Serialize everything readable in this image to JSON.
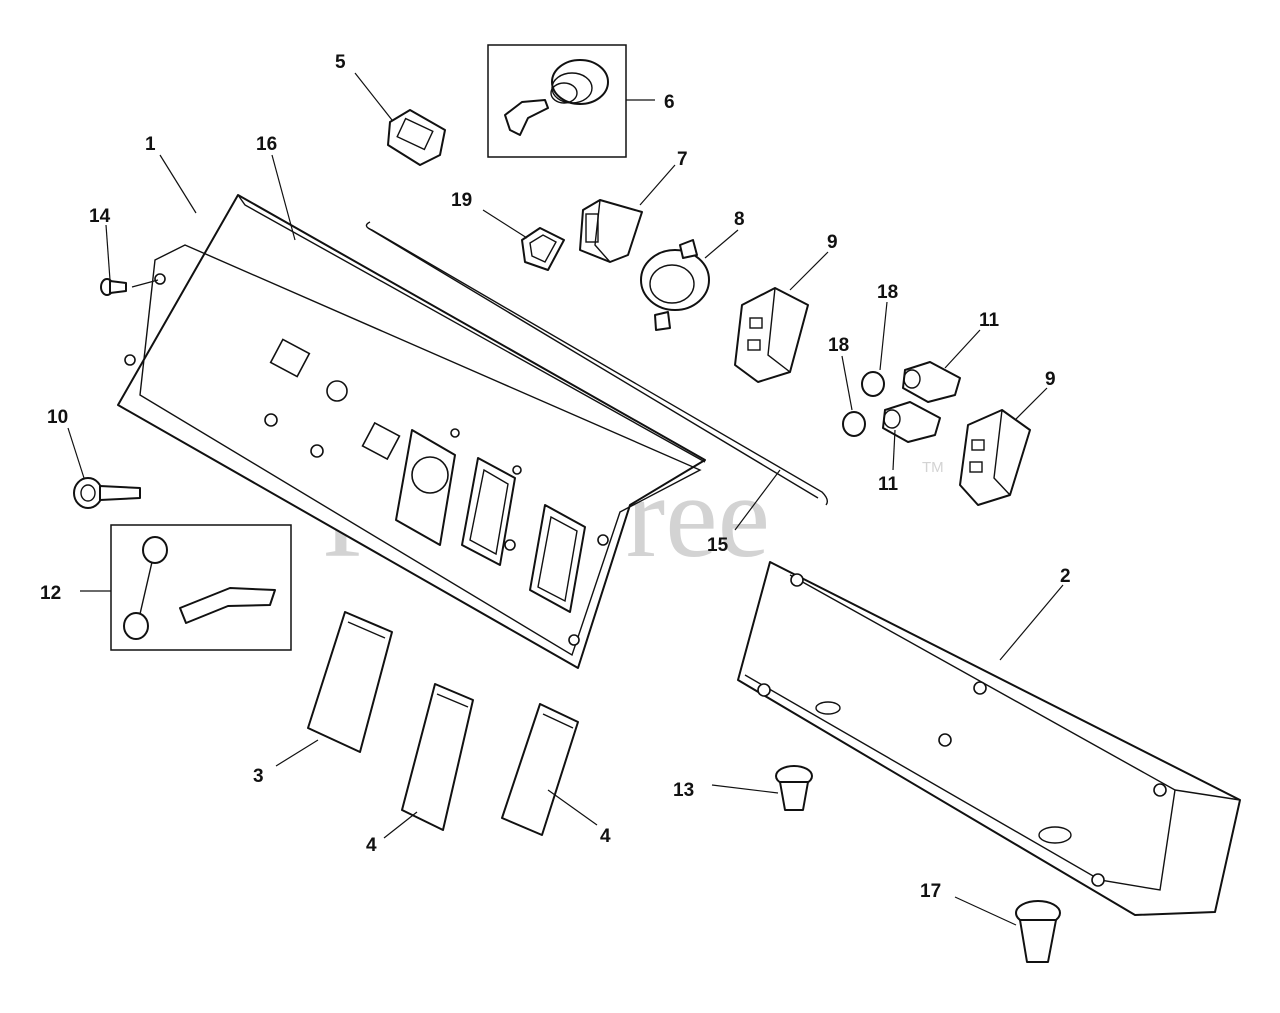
{
  "watermark": {
    "text": "PartsTree",
    "trademark": "TM"
  },
  "callouts": [
    {
      "id": "c1",
      "label": "1"
    },
    {
      "id": "c2",
      "label": "2"
    },
    {
      "id": "c3",
      "label": "3"
    },
    {
      "id": "c4a",
      "label": "4"
    },
    {
      "id": "c4b",
      "label": "4"
    },
    {
      "id": "c5",
      "label": "5"
    },
    {
      "id": "c6",
      "label": "6"
    },
    {
      "id": "c7",
      "label": "7"
    },
    {
      "id": "c8",
      "label": "8"
    },
    {
      "id": "c9a",
      "label": "9"
    },
    {
      "id": "c9b",
      "label": "9"
    },
    {
      "id": "c10",
      "label": "10"
    },
    {
      "id": "c11a",
      "label": "11"
    },
    {
      "id": "c11b",
      "label": "11"
    },
    {
      "id": "c12",
      "label": "12"
    },
    {
      "id": "c13",
      "label": "13"
    },
    {
      "id": "c14",
      "label": "14"
    },
    {
      "id": "c15",
      "label": "15"
    },
    {
      "id": "c16",
      "label": "16"
    },
    {
      "id": "c17",
      "label": "17"
    },
    {
      "id": "c18a",
      "label": "18"
    },
    {
      "id": "c18b",
      "label": "18"
    },
    {
      "id": "c19",
      "label": "19"
    }
  ]
}
